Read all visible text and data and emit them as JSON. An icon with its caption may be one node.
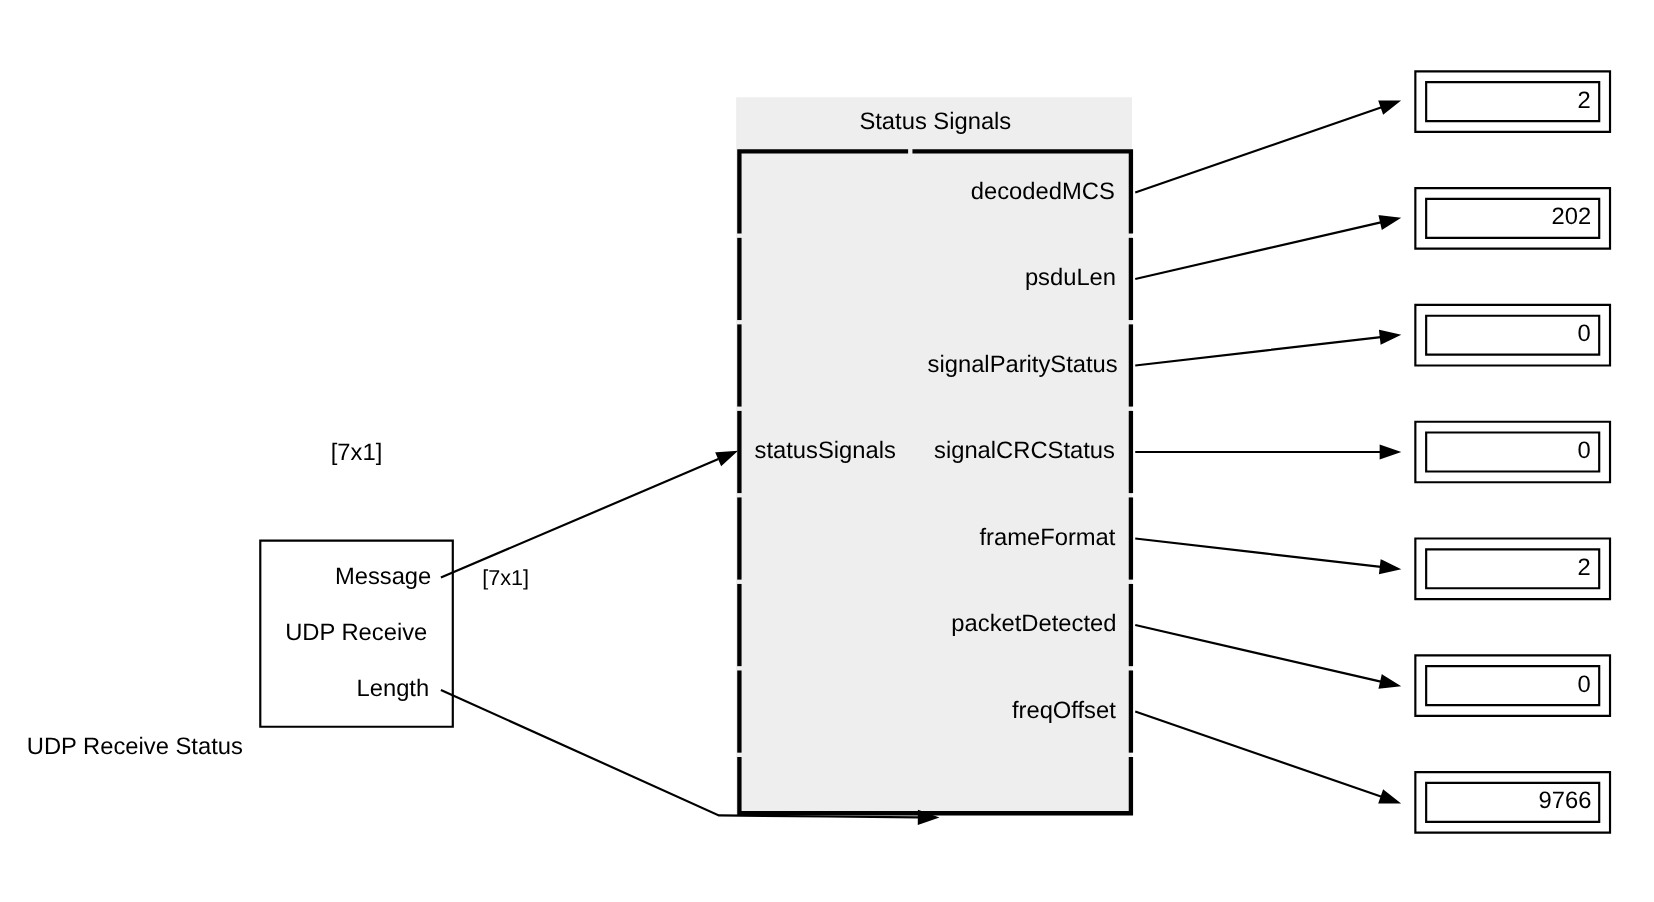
{
  "diagram": {
    "nodes": [
      {
        "text": [
          "Message",
          "UDP Receive",
          "Length"
        ],
        "beside": [
          "UDP Receive Status"
        ]
      },
      {
        "text": [
          "Status Signals",
          "statusSignals",
          "decodedMCS",
          "psduLen",
          "signalParityStatus",
          "signalCRCStatus",
          "frameFormat",
          "packetDetected",
          "freqOffset"
        ]
      },
      {
        "text": [
          "2"
        ]
      },
      {
        "text": [
          "202"
        ]
      },
      {
        "text": [
          "0"
        ]
      },
      {
        "text": [
          "0"
        ]
      },
      {
        "text": [
          "2"
        ]
      },
      {
        "text": [
          "0"
        ]
      },
      {
        "text": [
          "9766"
        ]
      }
    ],
    "edges": [
      {
        "from": 0,
        "to": 1,
        "arrow": "to",
        "label": "[7x1]"
      },
      {
        "from": 0,
        "to": 1,
        "arrow": "to"
      },
      {
        "from": 1,
        "to": 2,
        "arrow": "to"
      },
      {
        "from": 1,
        "to": 3,
        "arrow": "to"
      },
      {
        "from": 1,
        "to": 4,
        "arrow": "to"
      },
      {
        "from": 1,
        "to": 5,
        "arrow": "to"
      },
      {
        "from": 1,
        "to": 6,
        "arrow": "to"
      },
      {
        "from": 1,
        "to": 7,
        "arrow": "to"
      },
      {
        "from": 1,
        "to": 8,
        "arrow": "to"
      }
    ],
    "labels": [
      "[7x1]"
    ]
  }
}
